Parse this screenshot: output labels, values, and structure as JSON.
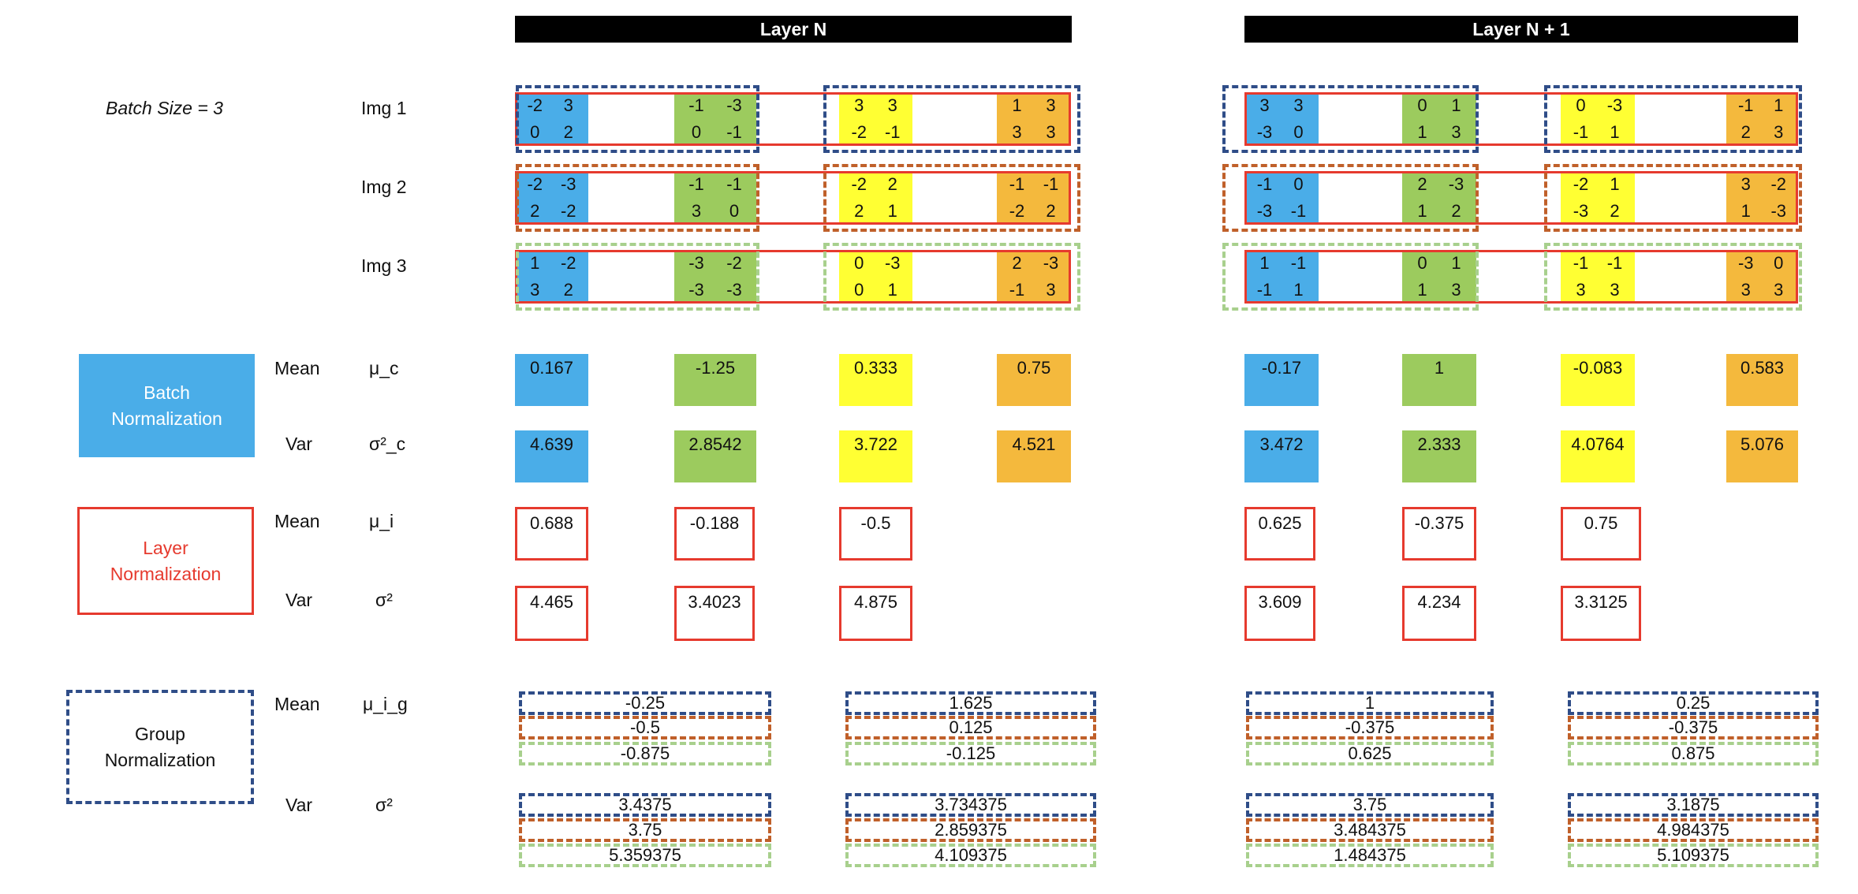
{
  "colors": {
    "blue": "#4AADE8",
    "green": "#9CCB5E",
    "yellow": "#FFFF33",
    "orange": "#F4B93D",
    "red": "#E63A2E",
    "navy": "#2F4D88",
    "brown": "#C0602A",
    "lightgreen": "#A8D08D"
  },
  "headers": {
    "layer_n": "Layer N",
    "layer_n1": "Layer N + 1"
  },
  "batch_label": "Batch Size = 3",
  "images": [
    "Img 1",
    "Img 2",
    "Img 3"
  ],
  "layers": [
    {
      "name": "Layer N",
      "imgs": [
        [
          [
            "-2",
            "3",
            "0",
            "2"
          ],
          [
            "-1",
            "-3",
            "0",
            "-1"
          ],
          [
            "3",
            "3",
            "-2",
            "-1"
          ],
          [
            "1",
            "3",
            "3",
            "3"
          ]
        ],
        [
          [
            "-2",
            "-3",
            "2",
            "-2"
          ],
          [
            "-1",
            "-1",
            "3",
            "0"
          ],
          [
            "-2",
            "2",
            "2",
            "1"
          ],
          [
            "-1",
            "-1",
            "-2",
            "2"
          ]
        ],
        [
          [
            "1",
            "-2",
            "3",
            "2"
          ],
          [
            "-3",
            "-2",
            "-3",
            "-3"
          ],
          [
            "0",
            "-3",
            "0",
            "1"
          ],
          [
            "2",
            "-3",
            "-1",
            "3"
          ]
        ]
      ],
      "bn_mean": [
        "0.167",
        "-1.25",
        "0.333",
        "0.75"
      ],
      "bn_var": [
        "4.639",
        "2.8542",
        "3.722",
        "4.521"
      ],
      "ln_mean": [
        "0.688",
        "-0.188",
        "-0.5"
      ],
      "ln_var": [
        "4.465",
        "3.4023",
        "4.875"
      ],
      "gn_mean": [
        [
          "-0.25",
          "-0.5",
          "-0.875"
        ],
        [
          "1.625",
          "0.125",
          "-0.125"
        ]
      ],
      "gn_var": [
        [
          "3.4375",
          "3.75",
          "5.359375"
        ],
        [
          "3.734375",
          "2.859375",
          "4.109375"
        ]
      ]
    },
    {
      "name": "Layer N + 1",
      "imgs": [
        [
          [
            "3",
            "3",
            "-3",
            "0"
          ],
          [
            "0",
            "1",
            "1",
            "3"
          ],
          [
            "0",
            "-3",
            "-1",
            "1"
          ],
          [
            "-1",
            "1",
            "2",
            "3"
          ]
        ],
        [
          [
            "-1",
            "0",
            "-3",
            "-1"
          ],
          [
            "2",
            "-3",
            "1",
            "2"
          ],
          [
            "-2",
            "1",
            "-3",
            "2"
          ],
          [
            "3",
            "-2",
            "1",
            "-3"
          ]
        ],
        [
          [
            "1",
            "-1",
            "-1",
            "1"
          ],
          [
            "0",
            "1",
            "1",
            "3"
          ],
          [
            "-1",
            "-1",
            "3",
            "3"
          ],
          [
            "-3",
            "0",
            "3",
            "3"
          ]
        ]
      ],
      "bn_mean": [
        "-0.17",
        "1",
        "-0.083",
        "0.583"
      ],
      "bn_var": [
        "3.472",
        "2.333",
        "4.0764",
        "5.076"
      ],
      "ln_mean": [
        "0.625",
        "-0.375",
        "0.75"
      ],
      "ln_var": [
        "3.609",
        "4.234",
        "3.3125"
      ],
      "gn_mean": [
        [
          "1",
          "-0.375",
          "0.625"
        ],
        [
          "0.25",
          "-0.375",
          "0.875"
        ]
      ],
      "gn_var": [
        [
          "3.75",
          "3.484375",
          "1.484375"
        ],
        [
          "3.1875",
          "4.984375",
          "5.109375"
        ]
      ]
    }
  ],
  "sections": [
    {
      "method": "Batch\nNormalization",
      "mean_label": "Mean",
      "mean_symbol": "μ_c",
      "var_label": "Var",
      "var_symbol": "σ²_c"
    },
    {
      "method": "Layer\nNormalization",
      "mean_label": "Mean",
      "mean_symbol": "μ_i",
      "var_label": "Var",
      "var_symbol": "σ²"
    },
    {
      "method": "Group\nNormalization",
      "mean_label": "Mean",
      "mean_symbol": "μ_i_g",
      "var_label": "Var",
      "var_symbol": "σ²"
    }
  ]
}
